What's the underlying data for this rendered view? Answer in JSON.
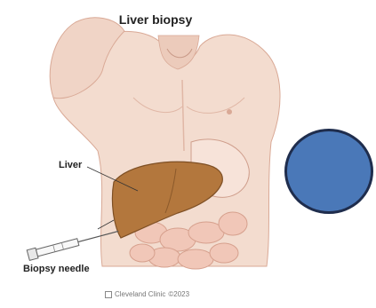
{
  "title": "Liver biopsy",
  "labels": {
    "liver": "Liver",
    "needle": "Biopsy needle"
  },
  "credit": {
    "brand": "Cleveland Clinic",
    "year": "©2023"
  },
  "colors": {
    "skin": "#f3dccf",
    "skin_shadow": "#e6bfae",
    "liver": "#b3773d",
    "intestine": "#f1c7b8",
    "circle_fill": "#4a78b8",
    "circle_border": "#1f2d4d"
  }
}
